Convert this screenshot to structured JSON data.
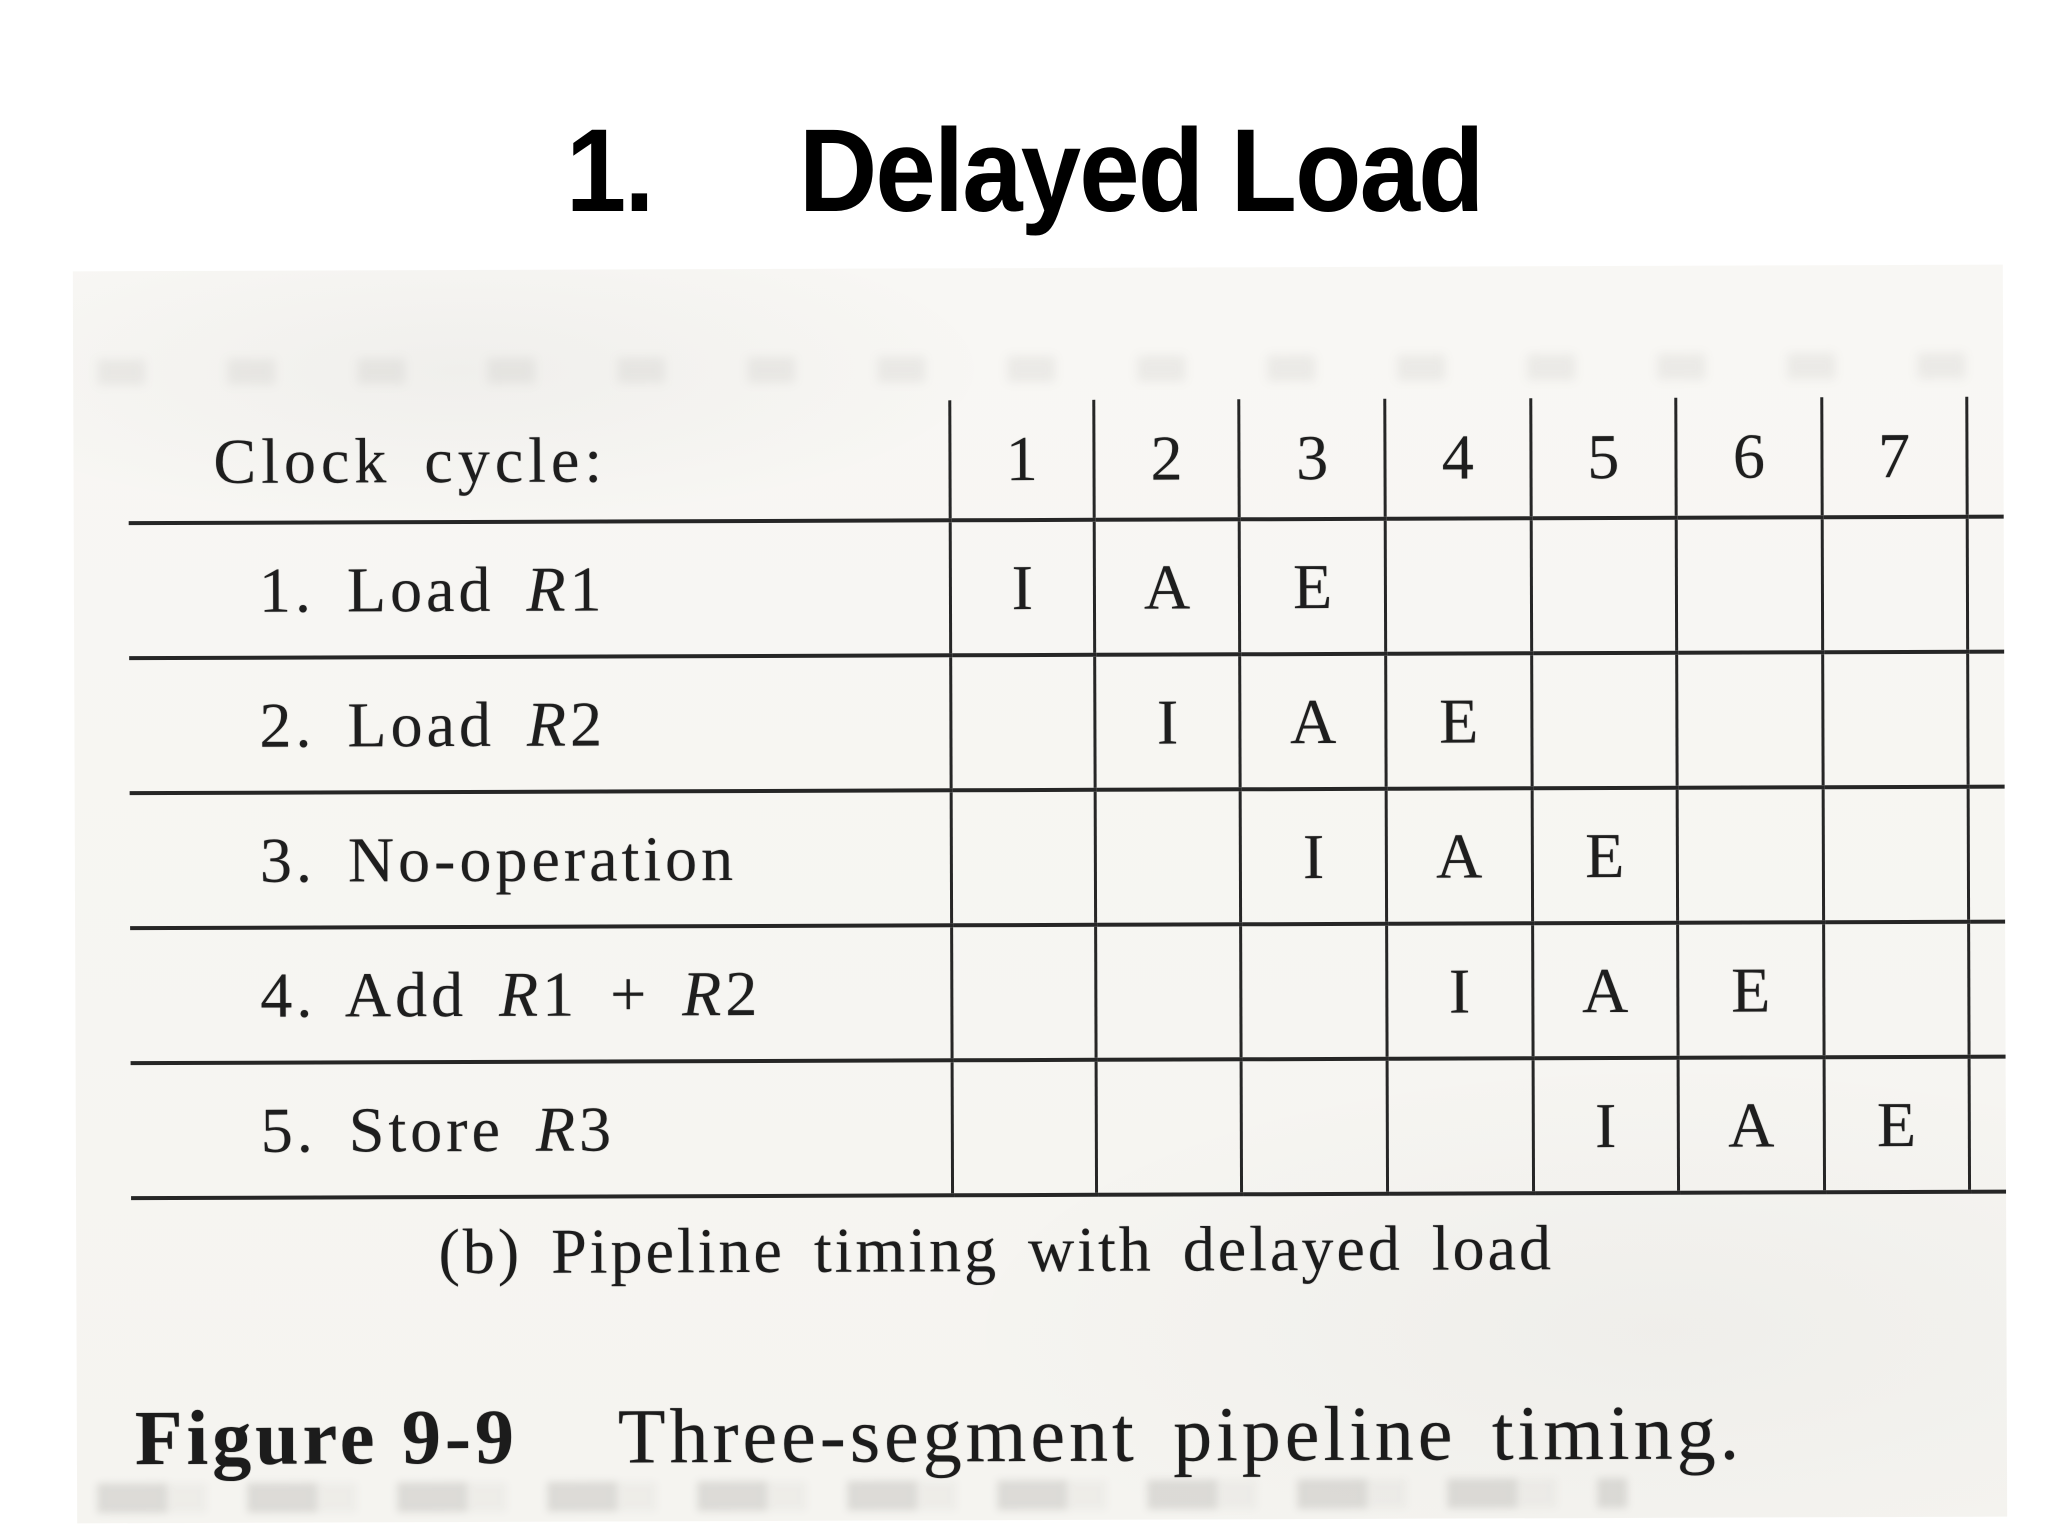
{
  "slide": {
    "title": {
      "number": "1.",
      "text": "Delayed Load"
    },
    "background_color": "#ffffff"
  },
  "figure": {
    "paper_color": "#f7f6f2",
    "ink_color": "#222222",
    "table": {
      "header_label": "Clock cycle:",
      "cycle_numbers": [
        "1",
        "2",
        "3",
        "4",
        "5",
        "6",
        "7"
      ],
      "rows": [
        {
          "label": [
            {
              "text": "1. Load "
            },
            {
              "text": "R",
              "italic": true
            },
            {
              "text": "1"
            }
          ],
          "cells": [
            "I",
            "A",
            "E",
            "",
            "",
            "",
            ""
          ]
        },
        {
          "label": [
            {
              "text": "2. Load "
            },
            {
              "text": "R",
              "italic": true
            },
            {
              "text": "2"
            }
          ],
          "cells": [
            "",
            "I",
            "A",
            "E",
            "",
            "",
            ""
          ]
        },
        {
          "label": [
            {
              "text": "3. No-operation"
            }
          ],
          "cells": [
            "",
            "",
            "I",
            "A",
            "E",
            "",
            ""
          ]
        },
        {
          "label": [
            {
              "text": "4. Add "
            },
            {
              "text": "R",
              "italic": true
            },
            {
              "text": "1 + "
            },
            {
              "text": "R",
              "italic": true
            },
            {
              "text": "2"
            }
          ],
          "cells": [
            "",
            "",
            "",
            "I",
            "A",
            "E",
            ""
          ]
        },
        {
          "label": [
            {
              "text": "5. Store "
            },
            {
              "text": "R",
              "italic": true
            },
            {
              "text": "3"
            }
          ],
          "cells": [
            "",
            "",
            "",
            "",
            "I",
            "A",
            "E"
          ]
        }
      ]
    },
    "subcaption": "(b) Pipeline timing with delayed load",
    "figure_label": "Figure 9-9",
    "figure_title": "Three-segment pipeline timing."
  }
}
